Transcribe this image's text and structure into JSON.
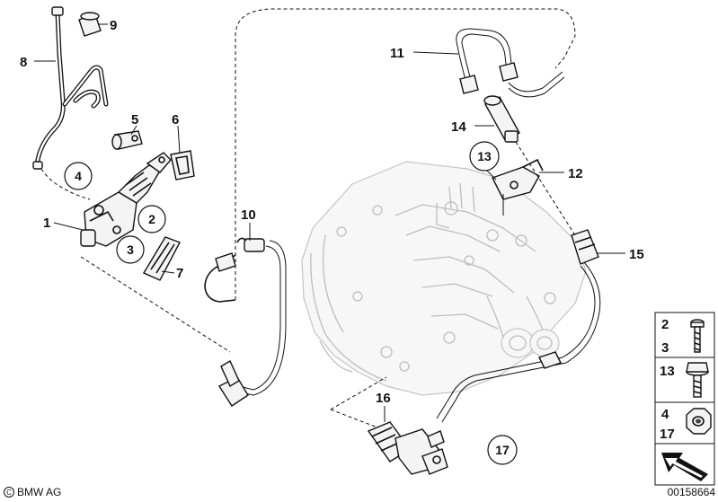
{
  "callouts": {
    "n1": "1",
    "n2": "2",
    "n3": "3",
    "n4": "4",
    "n5": "5",
    "n6": "6",
    "n7": "7",
    "n8": "8",
    "n9": "9",
    "n10": "10",
    "n11": "11",
    "n12": "12",
    "n13": "13",
    "n14": "14",
    "n15": "15",
    "n16": "16",
    "n17": "17"
  },
  "legend": {
    "rows": [
      {
        "label": "2",
        "label2": "3",
        "icon": "bolt-icon"
      },
      {
        "label": "13",
        "icon": "flange-bolt-icon"
      },
      {
        "label": "4",
        "label2": "17",
        "icon": "hex-nut-icon"
      }
    ]
  },
  "footer": {
    "copyright": "BMW AG",
    "image_number": "00158664"
  }
}
